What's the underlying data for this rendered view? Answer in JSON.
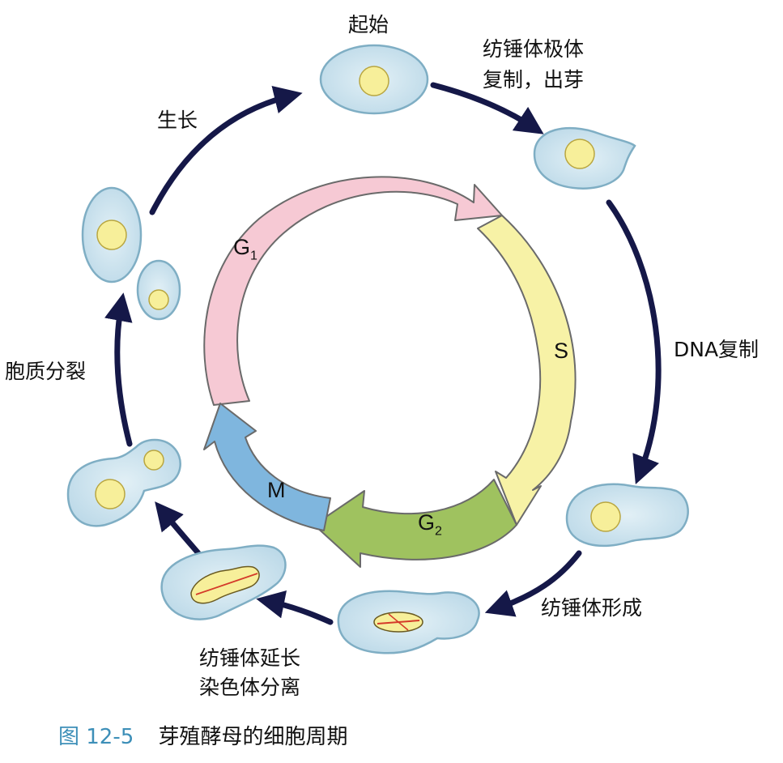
{
  "stage_labels": {
    "start": "起始",
    "spindle_pole_dup_line1": "纺锤体极体",
    "spindle_pole_dup_line2": "复制，出芽",
    "dna_replication": "DNA复制",
    "spindle_formation": "纺锤体形成",
    "spindle_elongation_line1": "纺锤体延长",
    "spindle_elongation_line2": "染色体分离",
    "cytokinesis": "胞质分裂",
    "growth": "生长"
  },
  "phases": {
    "g1": "G",
    "g1_sub": "1",
    "s": "S",
    "g2": "G",
    "g2_sub": "2",
    "m": "M"
  },
  "caption": {
    "number": "图 12-5",
    "title": "芽殖酵母的细胞周期"
  },
  "colors": {
    "g1": "#f6c9d4",
    "s": "#f7f2a6",
    "g2": "#9fc25f",
    "m": "#7fb6de",
    "cell_fill": "#cfe4ef",
    "nucleus": "#f7ef9a",
    "outer_arrow": "#151848",
    "caption_number": "#3d8fb8"
  }
}
